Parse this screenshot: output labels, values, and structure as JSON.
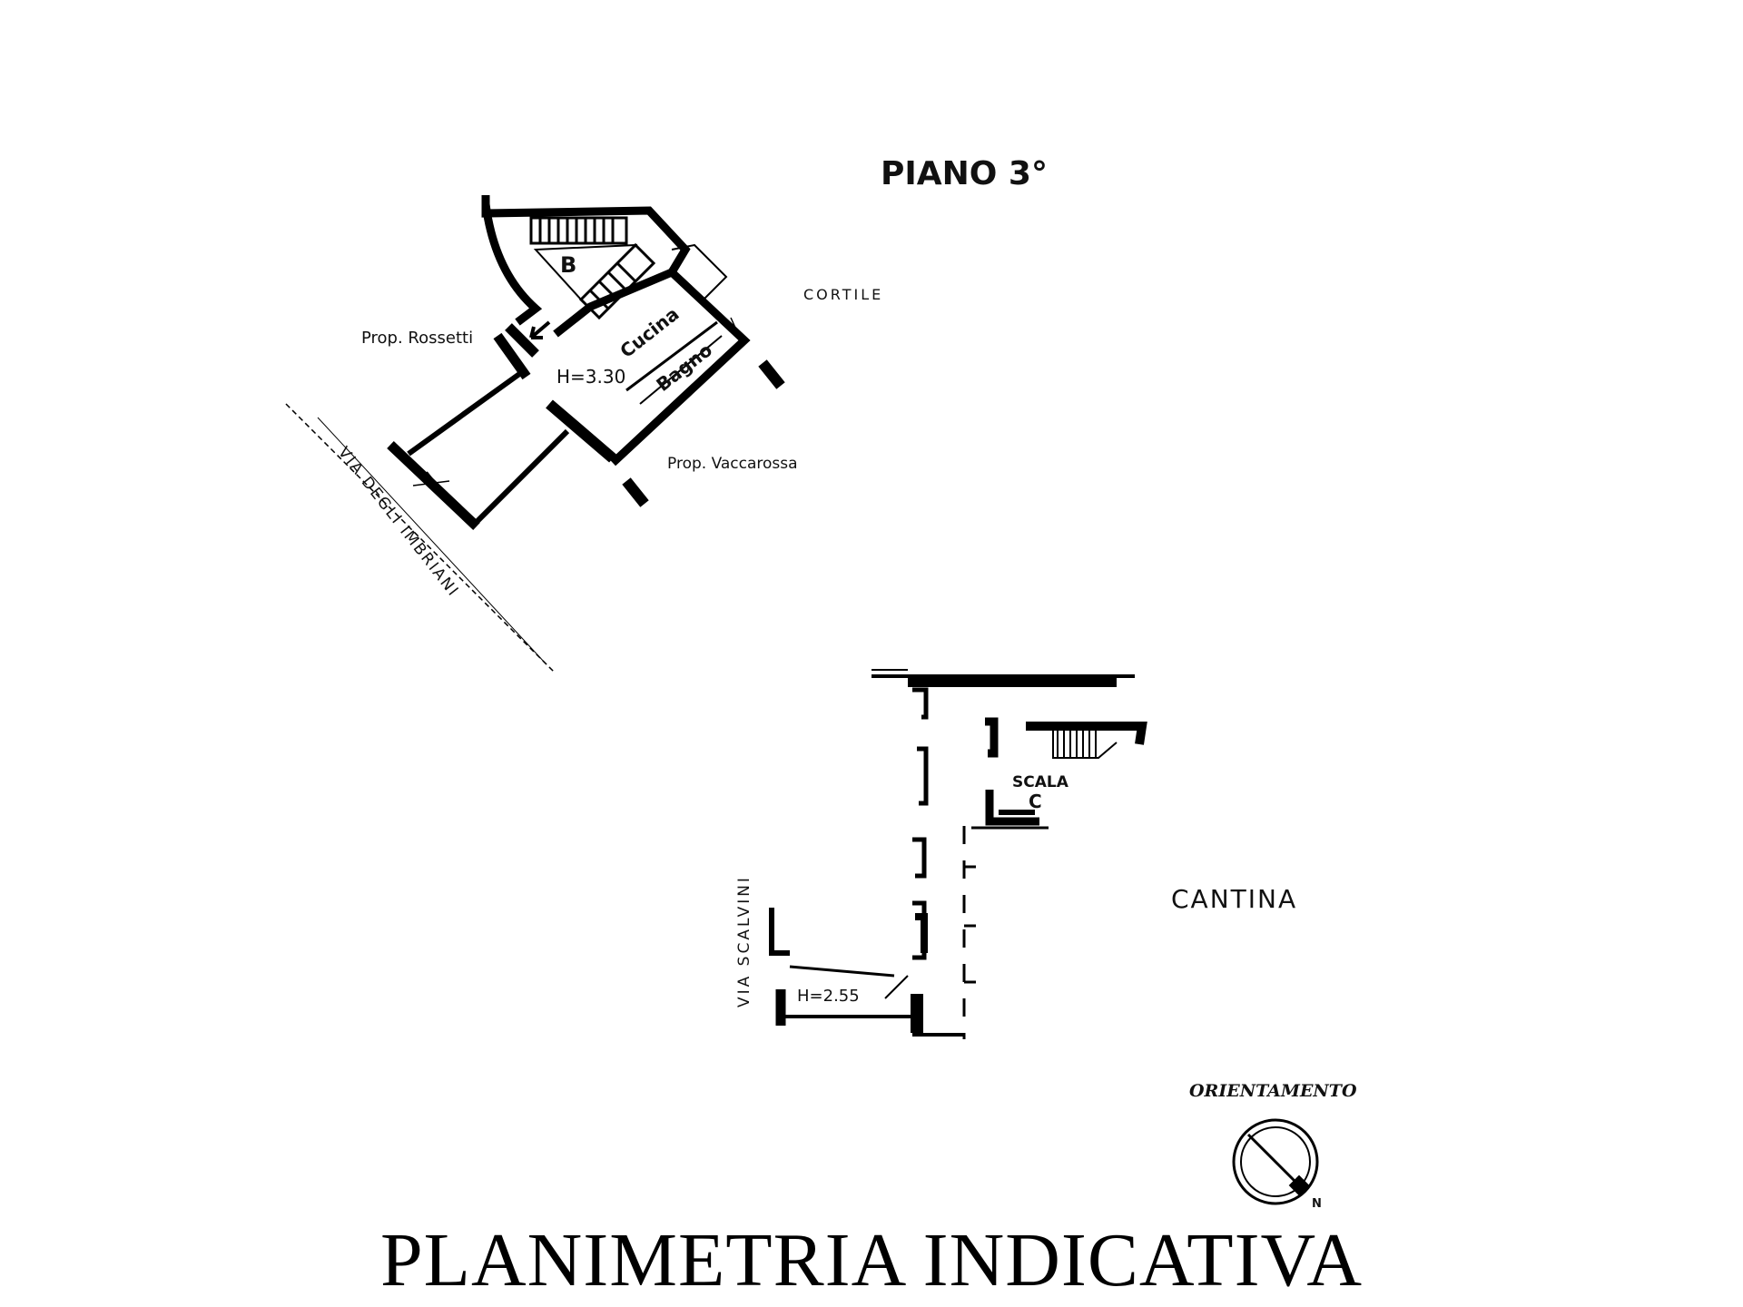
{
  "floor_title": "PIANO 3°",
  "labels": {
    "cortile": "CORTILE",
    "prop_rossetti": "Prop. Rossetti",
    "prop_vaccarossa": "Prop. Vaccarossa",
    "stair_b": "B",
    "cucina": "Cucina",
    "bagno": "Bagno",
    "height_upper": "H=3.30",
    "street_upper": "VIA DEGLI IMBRIANI",
    "scala": "SCALA",
    "scala_letter": "C",
    "cantina": "CANTINA",
    "street_lower": "VIA SCALVINI",
    "height_lower": "H=2.55",
    "orientation": "ORIENTAMENTO",
    "north": "N"
  },
  "footer_title": "PLANIMETRIA INDICATIVA"
}
